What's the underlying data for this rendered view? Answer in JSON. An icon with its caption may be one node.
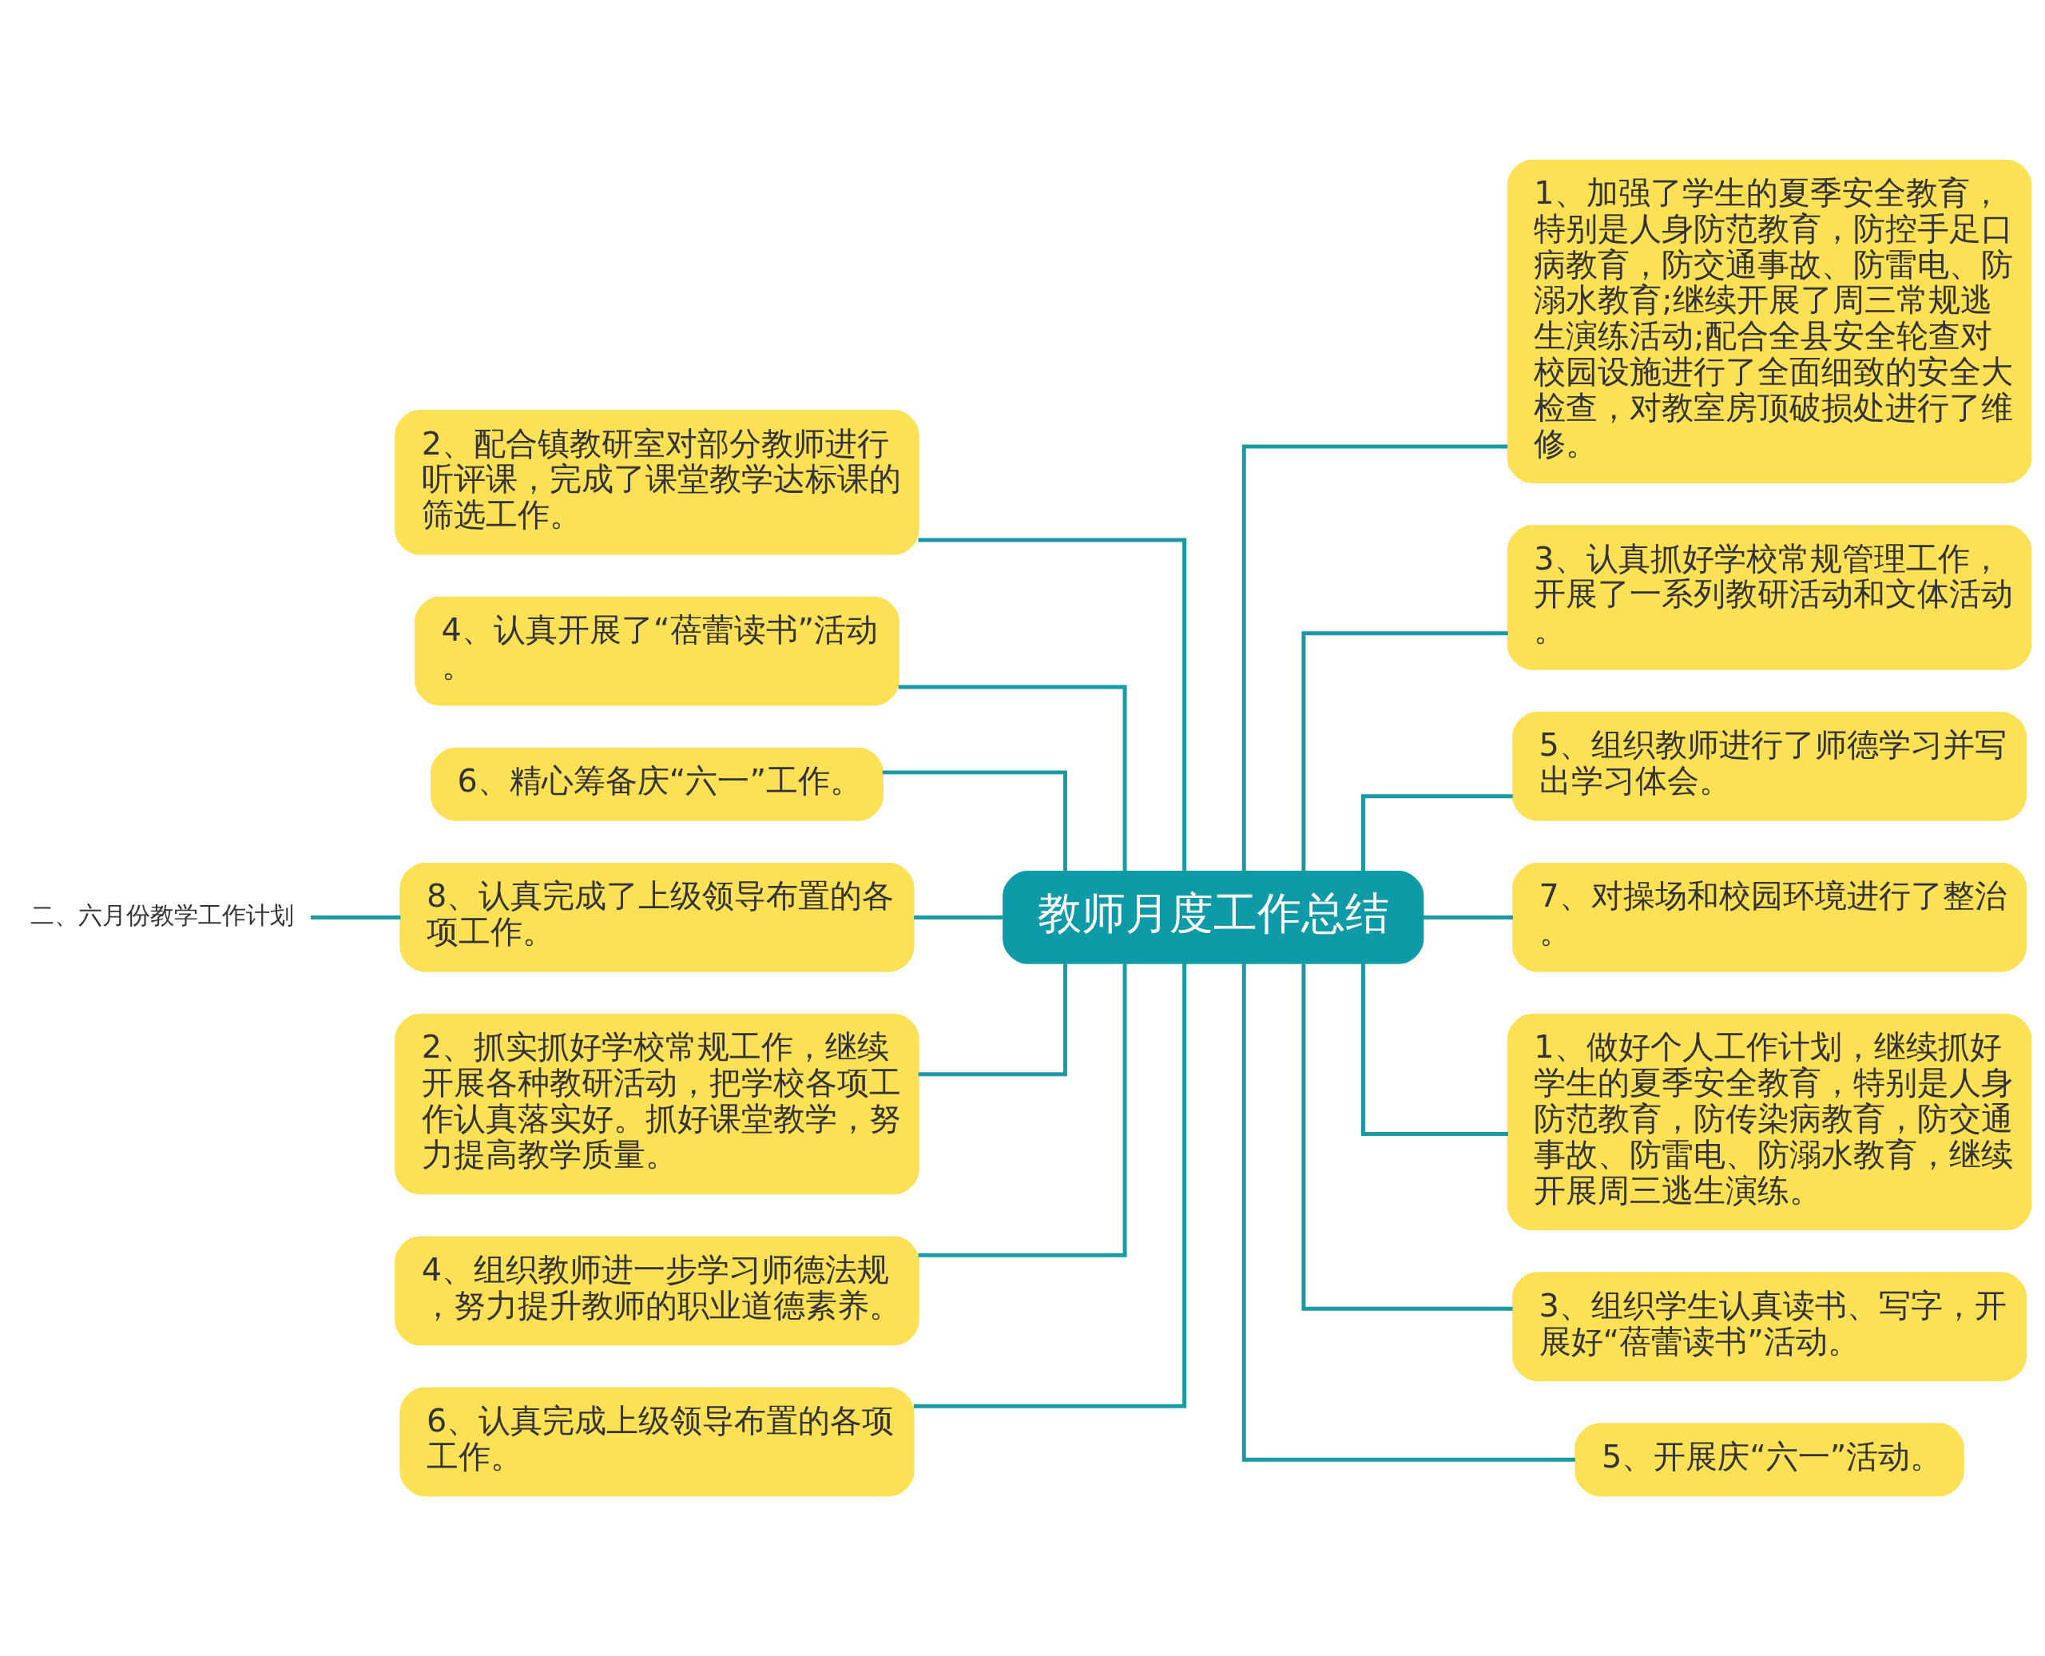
{
  "diagram": {
    "nodes": [
      {
        "text": [
          "教师月度工作总结"
        ]
      },
      {
        "text": [
          "2、配合镇教研室对部分教师进行听评课，完成了课堂教学达标课的筛选工作。"
        ]
      },
      {
        "text": [
          "4、认真开展了“蓓蕾读书”活动。"
        ]
      },
      {
        "text": [
          "6、精心筹备庆“六一”工作。"
        ]
      },
      {
        "text": [
          "8、认真完成了上级领导布置的各项工作。"
        ]
      },
      {
        "text": [
          "2、抓实抓好学校常规工作，继续开展各种教研活动，把学校各项工作认真落实好。抓好课堂教学，努力提高教学质量。"
        ]
      },
      {
        "text": [
          "4、组织教师进一步学习师德法规，努力提升教师的职业道德素养。"
        ]
      },
      {
        "text": [
          "6、认真完成上级领导布置的各项工作。"
        ]
      },
      {
        "text": [
          "二、六月份教学工作计划"
        ]
      },
      {
        "text": [
          "1、加强了学生的夏季安全教育，特别是人身防范教育，防控手足口病教育，防交通事故、防雷电、防溺水教育;继续开展了周三常规逃生演练活动;配合全县安全轮查对校园设施进行了全面细致的安全大检查，对教室房顶破损处进行了维修。"
        ]
      },
      {
        "text": [
          "3、认真抓好学校常规管理工作，开展了一系列教研活动和文体活动。"
        ]
      },
      {
        "text": [
          "5、组织教师进行了师德学习并写出学习体会。"
        ]
      },
      {
        "text": [
          "7、对操场和校园环境进行了整治。"
        ]
      },
      {
        "text": [
          "1、做好个人工作计划，继续抓好学生的夏季安全教育，特别是人身防范教育，防传染病教育，防交通事故、防雷电、防溺水教育，继续开展周三逃生演练。"
        ]
      },
      {
        "text": [
          "3、组织学生认真读书、写字，开展好“蓓蕾读书”活动。"
        ]
      },
      {
        "text": [
          "5、开展庆“六一”活动。"
        ]
      }
    ],
    "edges": [
      {
        "from": 1,
        "to": 0,
        "arrow": "none"
      },
      {
        "from": 2,
        "to": 0,
        "arrow": "none"
      },
      {
        "from": 3,
        "to": 0,
        "arrow": "none"
      },
      {
        "from": 4,
        "to": 0,
        "arrow": "none"
      },
      {
        "from": 5,
        "to": 0,
        "arrow": "none"
      },
      {
        "from": 6,
        "to": 0,
        "arrow": "none"
      },
      {
        "from": 7,
        "to": 0,
        "arrow": "none"
      },
      {
        "from": 8,
        "to": 4,
        "arrow": "none"
      },
      {
        "from": 0,
        "to": 9,
        "arrow": "none"
      },
      {
        "from": 0,
        "to": 10,
        "arrow": "none"
      },
      {
        "from": 0,
        "to": 11,
        "arrow": "none"
      },
      {
        "from": 0,
        "to": 12,
        "arrow": "none"
      },
      {
        "from": 0,
        "to": 13,
        "arrow": "none"
      },
      {
        "from": 0,
        "to": 14,
        "arrow": "none"
      },
      {
        "from": 0,
        "to": 15,
        "arrow": "none"
      }
    ]
  }
}
